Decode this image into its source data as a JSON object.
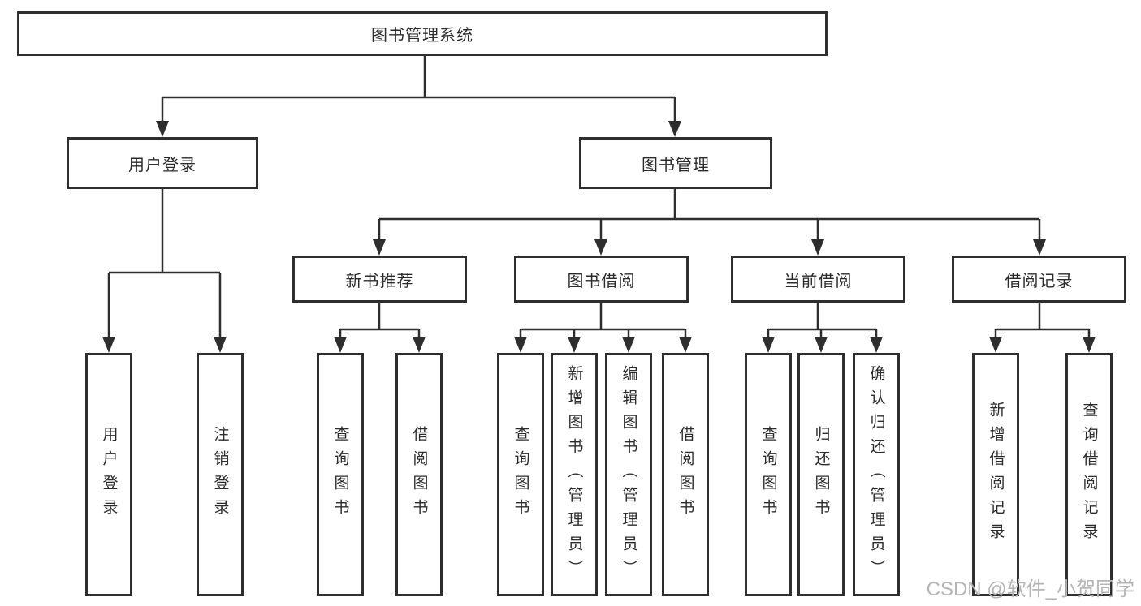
{
  "diagram": {
    "tree": {
      "label": "图书管理系统",
      "children": [
        {
          "label": "用户登录",
          "children": [
            {
              "label": "用户登录"
            },
            {
              "label": "注销登录"
            }
          ]
        },
        {
          "label": "图书管理",
          "children": [
            {
              "label": "新书推荐",
              "children": [
                {
                  "label": "查询图书"
                },
                {
                  "label": "借阅图书"
                }
              ]
            },
            {
              "label": "图书借阅",
              "children": [
                {
                  "label": "查询图书"
                },
                {
                  "label": "新增图书（管理员）"
                },
                {
                  "label": "编辑图书（管理员）"
                },
                {
                  "label": "借阅图书"
                }
              ]
            },
            {
              "label": "当前借阅",
              "children": [
                {
                  "label": "查询图书"
                },
                {
                  "label": "归还图书"
                },
                {
                  "label": "确认归还（管理员）"
                }
              ]
            },
            {
              "label": "借阅记录",
              "children": [
                {
                  "label": "新增借阅记录"
                },
                {
                  "label": "查询借阅记录"
                }
              ]
            }
          ]
        }
      ]
    },
    "colors": {
      "line": "#2e2e2e",
      "box_border": "#2e2e2e",
      "box_fill": "#ffffff",
      "text": "#2b2b2b",
      "watermark": "#b5b5b5"
    }
  },
  "watermark": "CSDN @软件_小贺同学"
}
